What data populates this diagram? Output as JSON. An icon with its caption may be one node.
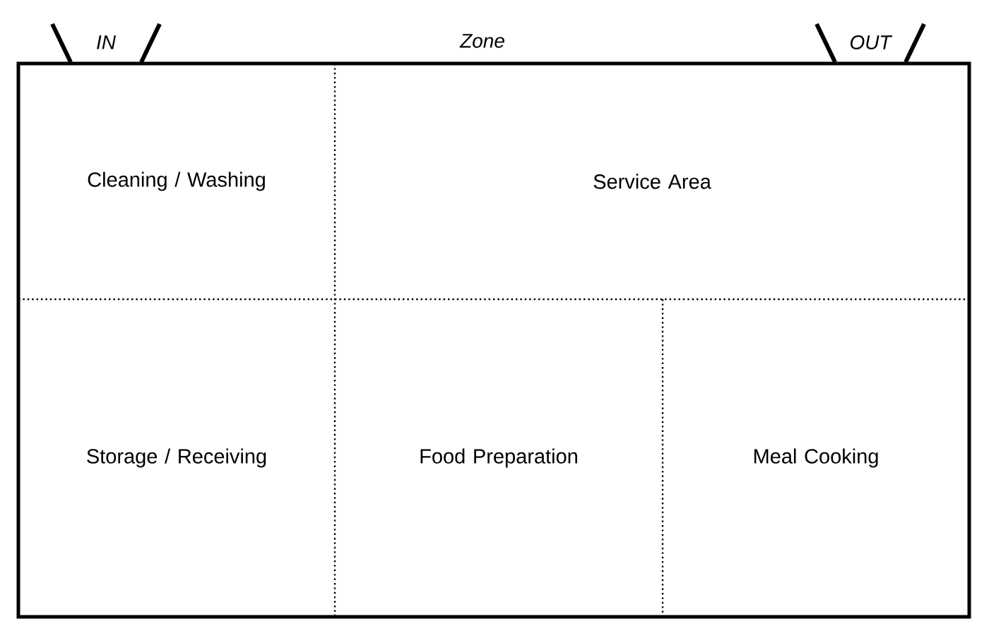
{
  "diagram": {
    "nodes": [
      {
        "text": [
          "Zone"
        ]
      },
      {
        "text": [
          "Cleaning / Washing"
        ],
        "in": 0
      },
      {
        "text": [
          "Service Area"
        ],
        "in": 0
      },
      {
        "text": [
          "Storage / Receiving"
        ],
        "in": 0
      },
      {
        "text": [
          "Food Preparation"
        ],
        "in": 0
      },
      {
        "text": [
          "Meal Cooking"
        ],
        "in": 0
      }
    ],
    "labels": [
      "IN",
      "OUT"
    ]
  }
}
